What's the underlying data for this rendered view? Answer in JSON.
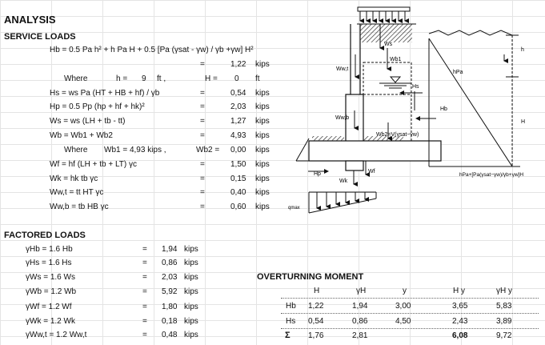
{
  "analysis": {
    "title": "ANALYSIS"
  },
  "service": {
    "title": "SERVICE LOADS",
    "hb_formula": "Hb = 0.5 Pa h² + h Pa H + 0.5 [Pa (γsat - γw) / γb +γw] H²",
    "hb_eq": "=",
    "hb_value": "1,22",
    "hb_unit": "kips",
    "where1_label": "Where",
    "where1_h": "h =",
    "where1_h_val": "9",
    "where1_h_unit": "ft ,",
    "where1_H": "H =",
    "where1_H_val": "0",
    "where1_H_unit": "ft",
    "rows": [
      {
        "f": "Hs = ws Pa (HT + HB + hf) / γb",
        "eq": "=",
        "v": "0,54",
        "u": "kips"
      },
      {
        "f": "Hp = 0.5 Pp (hp + hf + hk)²",
        "eq": "=",
        "v": "2,03",
        "u": "kips"
      },
      {
        "f": "Ws = ws (LH + tb - tt)",
        "eq": "=",
        "v": "1,27",
        "u": "kips"
      },
      {
        "f": "Wb = Wb1 + Wb2",
        "eq": "=",
        "v": "4,93",
        "u": "kips"
      }
    ],
    "where2_label": "Where",
    "where2_wb1": "Wb1 = 4,93 kips ,",
    "where2_wb2": "Wb2 =",
    "where2_val": "0,00",
    "where2_unit": "kips",
    "rows2": [
      {
        "f": "Wf = hf (LH + tb + LT) γc",
        "eq": "=",
        "v": "1,50",
        "u": "kips"
      },
      {
        "f": "Wk = hk tb γc",
        "eq": "=",
        "v": "0,15",
        "u": "kips"
      },
      {
        "f": "Ww,t = tt HT γc",
        "eq": "=",
        "v": "0,40",
        "u": "kips"
      },
      {
        "f": "Ww,b = tb HB γc",
        "eq": "=",
        "v": "0,60",
        "u": "kips"
      }
    ]
  },
  "factored": {
    "title": "FACTORED LOADS",
    "rows": [
      {
        "f": "γHb = 1.6 Hb",
        "eq": "=",
        "v": "1,94",
        "u": "kips"
      },
      {
        "f": "γHs = 1.6 Hs",
        "eq": "=",
        "v": "0,86",
        "u": "kips"
      },
      {
        "f": "γWs = 1.6 Ws",
        "eq": "=",
        "v": "2,03",
        "u": "kips"
      },
      {
        "f": "γWb = 1.2 Wb",
        "eq": "=",
        "v": "5,92",
        "u": "kips"
      },
      {
        "f": "γWf = 1.2 Wf",
        "eq": "=",
        "v": "1,80",
        "u": "kips"
      },
      {
        "f": "γWk = 1.2 Wk",
        "eq": "=",
        "v": "0,18",
        "u": "kips"
      },
      {
        "f": "γWw,t = 1.2 Ww,t",
        "eq": "=",
        "v": "0,48",
        "u": "kips"
      }
    ]
  },
  "overturning": {
    "title": "OVERTURNING MOMENT",
    "headers": [
      "H",
      "γH",
      "y",
      "H y",
      "γH y"
    ],
    "rows": [
      {
        "label": "Hb",
        "cells": [
          "1,22",
          "1,94",
          "3,00",
          "3,65",
          "5,83"
        ]
      },
      {
        "label": "Hs",
        "cells": [
          "0,54",
          "0,86",
          "4,50",
          "2,43",
          "3,89"
        ]
      },
      {
        "label": "Σ",
        "cells": [
          "1,76",
          "2,81",
          "",
          "6,08",
          "9,72"
        ]
      }
    ]
  },
  "diagram": {
    "ws": "Ws",
    "wb1": "Wb1",
    "wwt": "Ww,t",
    "wwb": "Ww,b",
    "hs": "Hs",
    "hb": "Hb",
    "wb2": "Wb2=V(γsat−γw)",
    "hp": "Hp",
    "wk": "Wk",
    "wf": "Wf",
    "qmax": "qmax",
    "hpa": "hPa",
    "h_small": "h",
    "h_big": "H",
    "bottom_formula": "hPa+[Pa(γsat−γw)/γb+γw]H"
  }
}
